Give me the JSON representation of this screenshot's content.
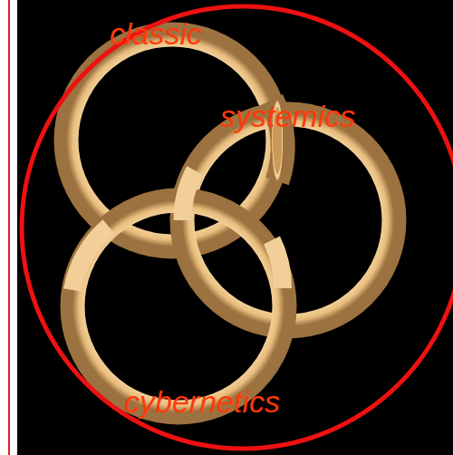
{
  "diagram": {
    "labels": [
      "classic",
      "systemics",
      "cybernetics"
    ]
  }
}
